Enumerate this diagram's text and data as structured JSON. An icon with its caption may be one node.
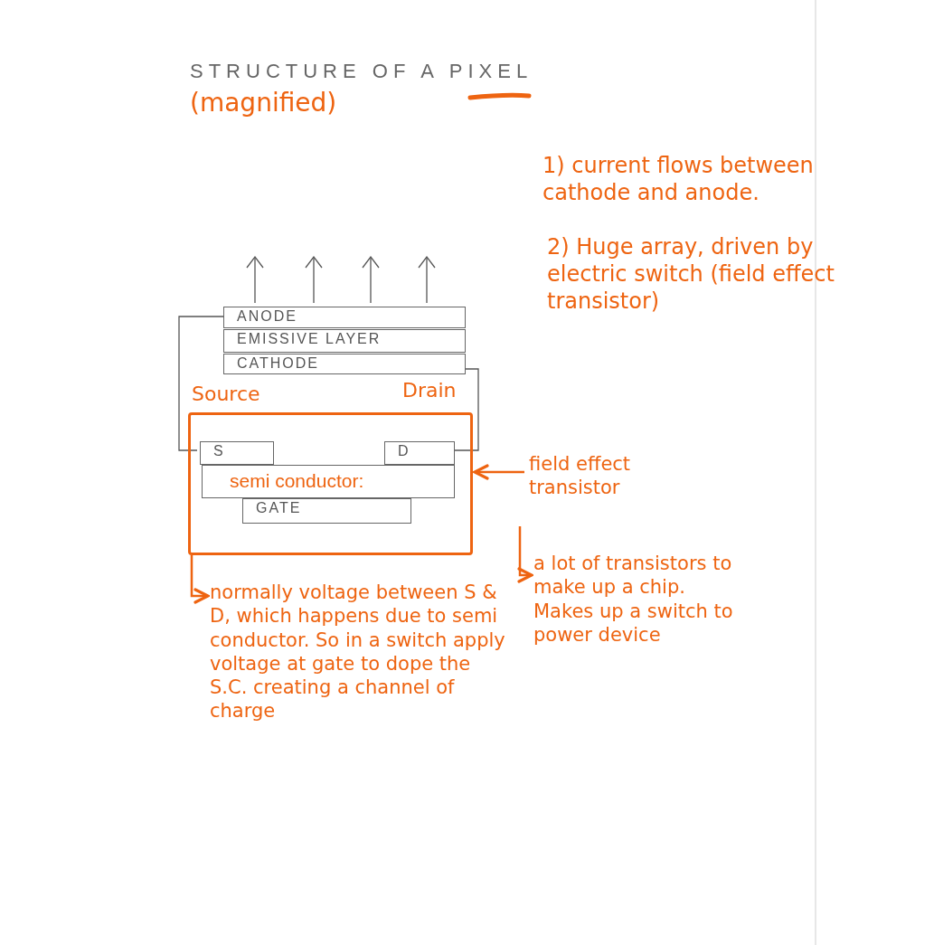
{
  "diagram": {
    "title": "STRUCTURE OF A PIXEL",
    "nodes": [
      {
        "text": [
          "ANODE"
        ]
      },
      {
        "text": [
          "EMISSIVE LAYER"
        ]
      },
      {
        "text": [
          "CATHODE"
        ]
      },
      {
        "text": [],
        "shape": "box"
      },
      {
        "text": [
          "S"
        ],
        "in": 3
      },
      {
        "text": [
          "D"
        ],
        "in": 3
      },
      {
        "text": [
          "semi conductor:"
        ],
        "in": 3
      },
      {
        "text": [
          "GATE"
        ],
        "in": 3
      },
      {
        "text": [
          "field effect transistor"
        ]
      },
      {
        "text": [
          "a lot of transistors to make up a chip. Makes up a switch to power device"
        ]
      },
      {
        "text": [
          "normally voltage between S & D, which happens due to semi conductor. So in a switch apply voltage at gate to dope the S.C. creating a channel of charge"
        ]
      }
    ],
    "edges": [
      {
        "from": 0,
        "to": 4,
        "arrow": "none",
        "color": "#555555"
      },
      {
        "from": 2,
        "to": 5,
        "arrow": "none",
        "color": "#555555"
      },
      {
        "from": 8,
        "to": 3,
        "arrow": "to"
      },
      {
        "from": 8,
        "to": 9,
        "arrow": "to"
      },
      {
        "from": 3,
        "to": 10,
        "arrow": "to"
      }
    ],
    "labels": [
      "(magnified)",
      "1) current flows between cathode and anode.",
      "2) Huge array, driven by electric switch (field effect transistor)",
      "Source",
      "Drain"
    ]
  }
}
